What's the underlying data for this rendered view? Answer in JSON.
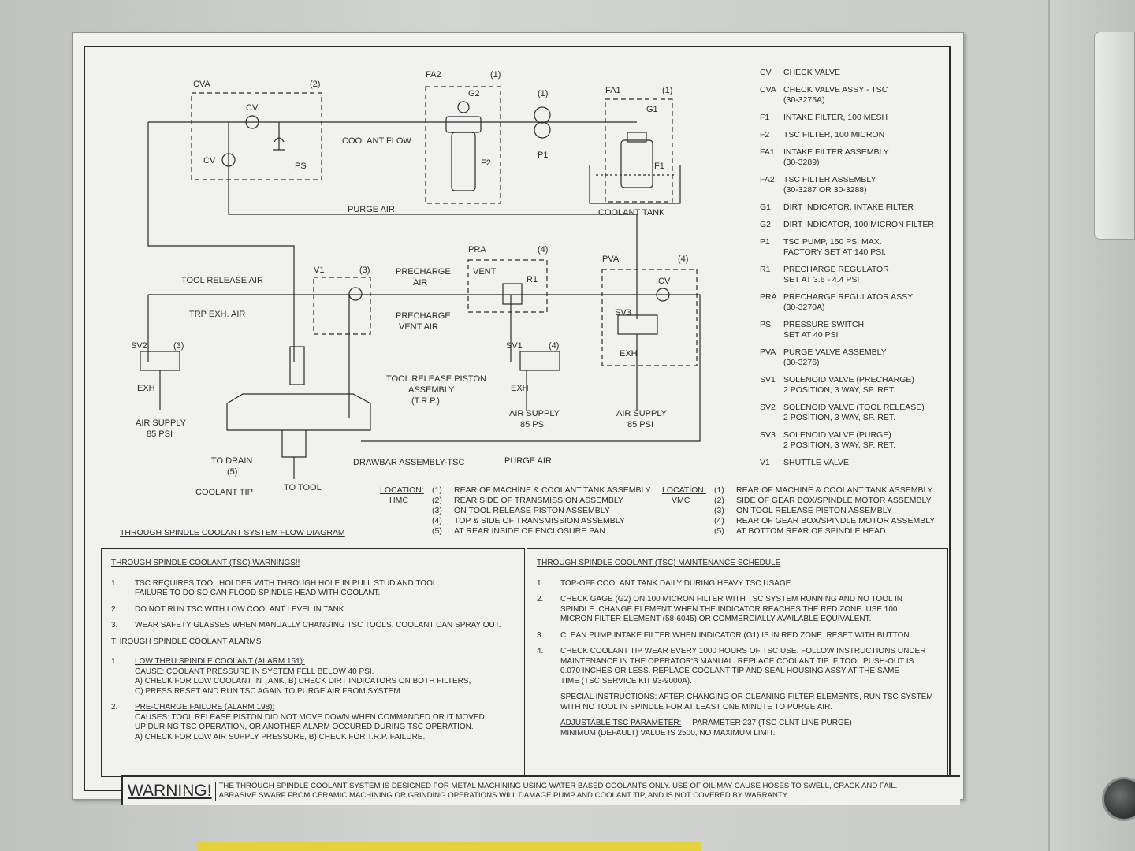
{
  "diagram": {
    "labels": {
      "cva": "CVA",
      "cva_loc": "(2)",
      "cv_top": "CV",
      "cv_side": "CV",
      "ps": "PS",
      "coolant_flow": "COOLANT FLOW",
      "fa2": "FA2",
      "fa2_loc": "(1)",
      "g2": "G2",
      "f2": "F2",
      "p1_loc": "(1)",
      "p1": "P1",
      "fa1": "FA1",
      "fa1_loc": "(1)",
      "g1": "G1",
      "f1": "F1",
      "coolant_tank": "COOLANT TANK",
      "purge_air_top": "PURGE AIR",
      "tool_release_air": "TOOL RELEASE AIR",
      "trp_exh_air": "TRP EXH. AIR",
      "v1": "V1",
      "v1_loc": "(3)",
      "precharge_air_1": "PRECHARGE",
      "precharge_air_2": "AIR",
      "precharge_vent_1": "PRECHARGE",
      "precharge_vent_2": "VENT AIR",
      "pra": "PRA",
      "pra_loc": "(4)",
      "vent": "VENT",
      "r1": "R1",
      "pva": "PVA",
      "pva_loc": "(4)",
      "cv_pva": "CV",
      "sv3": "SV3",
      "exh_sv3": "EXH",
      "sv2": "SV2",
      "sv2_loc": "(3)",
      "exh_sv2": "EXH",
      "air_supply_sv2_1": "AIR SUPPLY",
      "air_supply_sv2_2": "85 PSI",
      "sv1": "SV1",
      "sv1_loc": "(4)",
      "exh_sv1": "EXH",
      "air_supply_sv1_1": "AIR SUPPLY",
      "air_supply_sv1_2": "85 PSI",
      "air_supply_sv3_1": "AIR SUPPLY",
      "air_supply_sv3_2": "85 PSI",
      "trp_1": "TOOL RELEASE PISTON",
      "trp_2": "ASSEMBLY",
      "trp_3": "(T.R.P.)",
      "to_drain": "TO DRAIN",
      "to_drain_loc": "(5)",
      "drawbar": "DRAWBAR ASSEMBLY-TSC",
      "purge_air_bottom": "PURGE AIR",
      "coolant_tip": "COOLANT TIP",
      "to_tool": "TO TOOL"
    },
    "title": "THROUGH SPINDLE COOLANT SYSTEM FLOW DIAGRAM"
  },
  "legend": [
    {
      "code": "CV",
      "desc": [
        "CHECK VALVE"
      ]
    },
    {
      "code": "CVA",
      "desc": [
        "CHECK VALVE ASSY - TSC",
        "(30-3275A)"
      ]
    },
    {
      "code": "F1",
      "desc": [
        "INTAKE FILTER, 100 MESH"
      ]
    },
    {
      "code": "F2",
      "desc": [
        "TSC FILTER, 100 MICRON"
      ]
    },
    {
      "code": "FA1",
      "desc": [
        "INTAKE FILTER ASSEMBLY",
        "(30-3289)"
      ]
    },
    {
      "code": "FA2",
      "desc": [
        "TSC FILTER ASSEMBLY",
        "(30-3287 OR 30-3288)"
      ]
    },
    {
      "code": "G1",
      "desc": [
        "DIRT INDICATOR, INTAKE FILTER"
      ]
    },
    {
      "code": "G2",
      "desc": [
        "DIRT INDICATOR, 100 MICRON FILTER"
      ]
    },
    {
      "code": "P1",
      "desc": [
        "TSC PUMP, 150 PSI MAX.",
        "FACTORY SET AT 140 PSI."
      ]
    },
    {
      "code": "R1",
      "desc": [
        "PRECHARGE REGULATOR",
        "SET AT 3.6 - 4.4 PSI"
      ]
    },
    {
      "code": "PRA",
      "desc": [
        "PRECHARGE REGULATOR ASSY",
        "(30-3270A)"
      ]
    },
    {
      "code": "PS",
      "desc": [
        "PRESSURE SWITCH",
        "SET AT 40 PSI"
      ]
    },
    {
      "code": "PVA",
      "desc": [
        "PURGE VALVE ASSEMBLY",
        "(30-3276)"
      ]
    },
    {
      "code": "SV1",
      "desc": [
        "SOLENOID VALVE (PRECHARGE)",
        "2 POSITION, 3 WAY, SP. RET."
      ]
    },
    {
      "code": "SV2",
      "desc": [
        "SOLENOID VALVE (TOOL RELEASE)",
        "2 POSITION, 3 WAY, SP. RET."
      ]
    },
    {
      "code": "SV3",
      "desc": [
        "SOLENOID VALVE (PURGE)",
        "2 POSITION, 3 WAY, SP. RET."
      ]
    },
    {
      "code": "V1",
      "desc": [
        "SHUTTLE VALVE"
      ]
    }
  ],
  "locations": {
    "hmc": {
      "header": "LOCATION:",
      "sub": "HMC",
      "rows": [
        [
          "(1)",
          "REAR OF MACHINE & COOLANT TANK ASSEMBLY"
        ],
        [
          "(2)",
          "REAR SIDE OF TRANSMISSION ASSEMBLY"
        ],
        [
          "(3)",
          "ON TOOL RELEASE PISTON ASSEMBLY"
        ],
        [
          "(4)",
          "TOP & SIDE OF TRANSMISSION ASSEMBLY"
        ],
        [
          "(5)",
          "AT REAR INSIDE OF ENCLOSURE PAN"
        ]
      ]
    },
    "vmc": {
      "header": "LOCATION:",
      "sub": "VMC",
      "rows": [
        [
          "(1)",
          "REAR OF MACHINE & COOLANT TANK ASSEMBLY"
        ],
        [
          "(2)",
          "SIDE OF GEAR BOX/SPINDLE MOTOR ASSEMBLY"
        ],
        [
          "(3)",
          "ON TOOL RELEASE PISTON ASSEMBLY"
        ],
        [
          "(4)",
          "REAR OF GEAR BOX/SPINDLE MOTOR ASSEMBLY"
        ],
        [
          "(5)",
          "AT BOTTOM REAR OF SPINDLE HEAD"
        ]
      ]
    }
  },
  "warnings": {
    "title": "THROUGH SPINDLE COOLANT (TSC) WARNINGS!!",
    "items": [
      {
        "num": "1.",
        "lines": [
          "TSC REQUIRES TOOL HOLDER WITH THROUGH HOLE IN PULL STUD AND TOOL.",
          "FAILURE TO DO SO CAN FLOOD SPINDLE HEAD WITH COOLANT."
        ]
      },
      {
        "num": "2.",
        "lines": [
          "DO NOT RUN TSC WITH LOW COOLANT LEVEL IN TANK."
        ]
      },
      {
        "num": "3.",
        "lines": [
          "WEAR SAFETY GLASSES WHEN MANUALLY CHANGING TSC TOOLS.  COOLANT CAN SPRAY OUT."
        ]
      }
    ],
    "alarms_title": "THROUGH SPINDLE COOLANT ALARMS",
    "alarms": [
      {
        "num": "1.",
        "head": "LOW THRU SPINDLE COOLANT (ALARM 151):",
        "lines": [
          "CAUSE:  COOLANT PRESSURE IN SYSTEM FELL BELOW 40 PSI.",
          "A) CHECK FOR LOW COOLANT IN TANK, B) CHECK DIRT INDICATORS ON BOTH FILTERS,",
          "C) PRESS RESET AND RUN TSC AGAIN TO PURGE AIR FROM SYSTEM."
        ]
      },
      {
        "num": "2.",
        "head": "PRE-CHARGE FAILURE (ALARM 198):",
        "lines": [
          "CAUSES:  TOOL RELEASE PISTON DID NOT MOVE DOWN WHEN COMMANDED OR IT MOVED",
          "UP DURING TSC OPERATION, OR ANOTHER ALARM OCCURED DURING TSC OPERATION.",
          "A) CHECK FOR LOW AIR SUPPLY PRESSURE, B) CHECK FOR T.R.P. FAILURE."
        ]
      }
    ]
  },
  "maintenance": {
    "title": "THROUGH SPINDLE COOLANT (TSC) MAINTENANCE SCHEDULE",
    "items": [
      {
        "num": "1.",
        "lines": [
          "TOP-OFF COOLANT TANK DAILY DURING HEAVY TSC USAGE."
        ]
      },
      {
        "num": "2.",
        "lines": [
          "CHECK GAGE (G2) ON 100 MICRON FILTER WITH TSC SYSTEM RUNNING AND NO TOOL IN",
          "SPINDLE.  CHANGE ELEMENT WHEN THE INDICATOR REACHES THE RED ZONE.  USE 100",
          "MICRON FILTER ELEMENT (58-6045) OR COMMERCIALLY AVAILABLE EQUIVALENT."
        ]
      },
      {
        "num": "3.",
        "lines": [
          "CLEAN PUMP INTAKE FILTER WHEN INDICATOR (G1) IS IN RED ZONE.  RESET WITH BUTTON."
        ]
      },
      {
        "num": "4.",
        "lines": [
          "CHECK COOLANT TIP WEAR EVERY 1000 HOURS OF TSC USE.  FOLLOW INSTRUCTIONS UNDER",
          "MAINTENANCE IN THE OPERATOR'S MANUAL.  REPLACE COOLANT TIP IF TOOL PUSH-OUT IS",
          "0.070 INCHES OR LESS.  REPLACE COOLANT TIP AND SEAL HOUSING ASSY AT THE SAME",
          "TIME (TSC SERVICE KIT 93-9000A)."
        ]
      }
    ],
    "special_head": "SPECIAL INSTRUCTIONS:",
    "special_lines": [
      "AFTER CHANGING OR CLEANING FILTER ELEMENTS, RUN TSC SYSTEM",
      "WITH NO TOOL IN SPINDLE FOR AT LEAST ONE MINUTE TO PURGE AIR."
    ],
    "param_head": "ADJUSTABLE TSC PARAMETER:",
    "param_lines": [
      "PARAMETER 237 (TSC CLNT LINE PURGE)",
      "MINIMUM (DEFAULT) VALUE IS 2500, NO MAXIMUM LIMIT."
    ]
  },
  "warning_bar": {
    "word": "WARNING!",
    "lines": [
      "THE THROUGH SPINDLE COOLANT SYSTEM IS DESIGNED FOR METAL MACHINING USING WATER BASED COOLANTS ONLY.  USE OF OIL MAY CAUSE HOSES TO SWELL, CRACK AND FAIL.",
      "ABRASIVE SWARF FROM CERAMIC MACHINING OR GRINDING OPERATIONS WILL DAMAGE PUMP AND COOLANT TIP, AND IS NOT COVERED BY WARRANTY."
    ]
  }
}
